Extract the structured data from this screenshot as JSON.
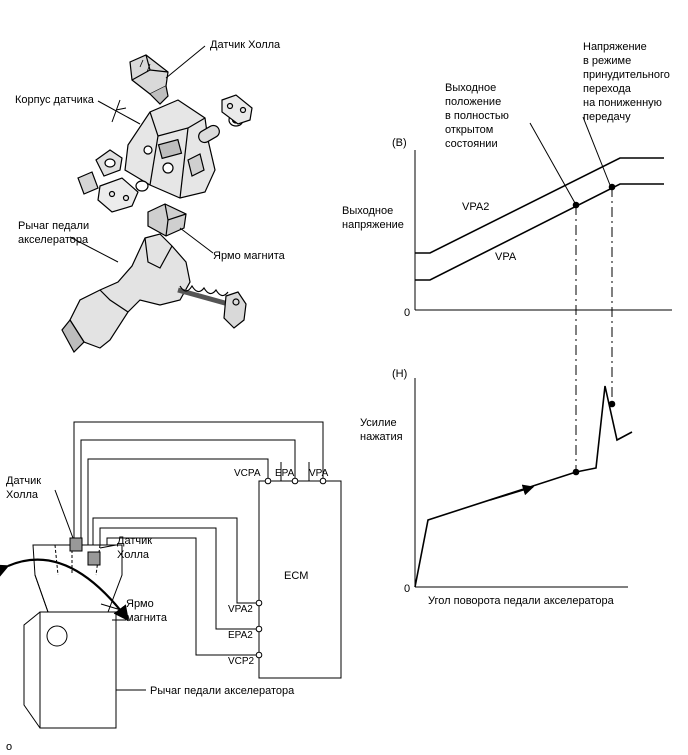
{
  "exploded": {
    "hall_sensor_label": "Датчик Холла",
    "sensor_housing_label": "Корпус датчика",
    "pedal_lever_label": "Рычаг педали акселератора",
    "pedal_lever_line1": "Рычаг педали",
    "pedal_lever_line2": "акселератора",
    "magnet_yoke_label": "Ярмо магнита"
  },
  "wiring": {
    "hall_sensor_left_line1": "Датчик",
    "hall_sensor_left_line2": "Холла",
    "hall_sensor_right_line1": "Датчик",
    "hall_sensor_right_line2": "Холла",
    "magnet_yoke_line1": "Ярмо",
    "magnet_yoke_line2": "магнита",
    "pedal_lever_label": "Рычаг педали акселератора",
    "ecm_label": "ECM",
    "terminals": [
      "VCPA",
      "EPA",
      "VPA",
      "VPA2",
      "EPA2",
      "VCP2"
    ]
  },
  "voltage_graph": {
    "unit_label": "(В)",
    "ylabel_line1": "Выходное",
    "ylabel_line2": "напряжение",
    "origin_label": "0",
    "series": [
      "VPA2",
      "VPA"
    ],
    "annotation_full_open": [
      "Выходное",
      "положение",
      "в полностью",
      "открытом",
      "состоянии"
    ],
    "annotation_kickdown": [
      "Напряжение",
      "в режиме",
      "принудительного",
      "перехода",
      "на пониженную",
      "передачу"
    ]
  },
  "force_graph": {
    "unit_label": "(Н)",
    "ylabel_line1": "Усилие",
    "ylabel_line2": "нажатия",
    "origin_label": "0",
    "xlabel": "Угол поворота педали акселератора"
  },
  "footer_code": "o"
}
